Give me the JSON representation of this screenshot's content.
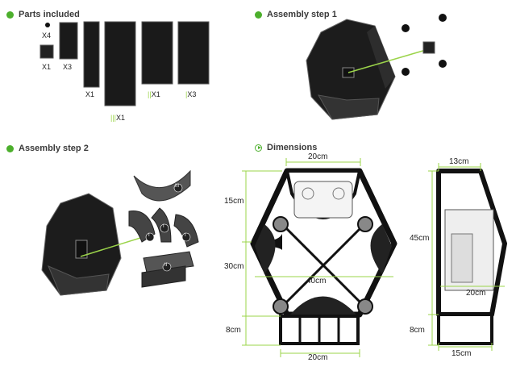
{
  "sections": {
    "parts": {
      "title": "Parts included"
    },
    "step1": {
      "title": "Assembly step 1"
    },
    "step2": {
      "title": "Assembly step 2"
    },
    "dims": {
      "title": "Dimensions"
    }
  },
  "parts": {
    "screw_qty": "X4",
    "pad_qty": "X1",
    "small_panel_qty": "X3",
    "tall_panel_qty": "X1",
    "big_panel_qty": "X1",
    "big_panel_mark": "|||",
    "mid_panel_a_qty": "X1",
    "mid_panel_a_mark": "||",
    "mid_panel_b_qty": "X3",
    "mid_panel_b_mark": "|"
  },
  "step2_marks": [
    "III",
    "I",
    "I",
    "I",
    "II"
  ],
  "dimensions": {
    "front": {
      "top_width": "20cm",
      "upper_height": "15cm",
      "total_height": "30cm",
      "mid_width": "40cm",
      "lower_height": "8cm",
      "bottom_width": "20cm"
    },
    "side": {
      "top_depth": "13cm",
      "upper_height": "45cm",
      "mid_depth": "20cm",
      "lower_height": "8cm",
      "bottom_depth": "15cm"
    }
  },
  "colors": {
    "accent": "#4caf2c",
    "dimension_line": "#9bd44a",
    "panel": "#1a1a1a"
  }
}
